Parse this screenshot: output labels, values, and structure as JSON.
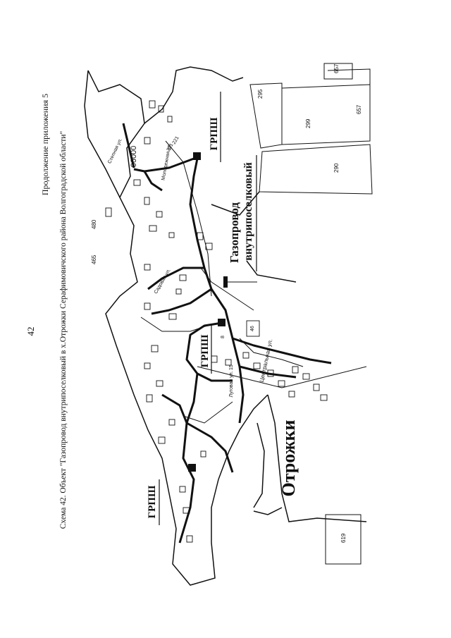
{
  "header": {
    "page_number": "42",
    "continuation": "Продолжение приложения 5"
  },
  "caption": {
    "line1": "Схема 42. Объект \"Газопровод внутрипоселковый в х.Отрожки Серафимовичского района Волгоградской области\""
  },
  "map": {
    "settlement_name": "Отрожки",
    "pipeline_label_line1": "Газопровод",
    "pipeline_label_line2": "внутрипоселковый",
    "grpsh_label": "ГРПШ",
    "cadastral_code": "06000",
    "parcels": [
      "657",
      "295",
      "299",
      "657",
      "290",
      "480",
      "465",
      "619"
    ],
    "streets": [
      "Степная ул.",
      "Молодежная ул.",
      "Садовая ул.",
      "Центральная ул.",
      "Луговая ул."
    ],
    "small_numbers": [
      "221",
      "221",
      "8",
      "15",
      "46"
    ]
  },
  "colors": {
    "ink": "#111111",
    "paper": "#ffffff"
  }
}
